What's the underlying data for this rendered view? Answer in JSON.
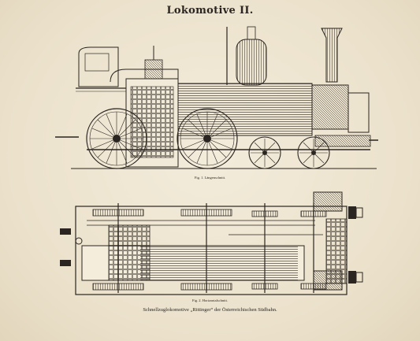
{
  "plate": {
    "title": "Lokomotive II.",
    "fig1_caption": "Fig. 1. Längenschnitt.",
    "fig2_caption": "Fig. 2. Horizontalschnitt.",
    "main_caption": "Schnellzuglokomotive „Rittinger“ der Österreichischen Südbahn."
  },
  "colors": {
    "paper": "#ece3cf",
    "ink": "#2a2520"
  }
}
